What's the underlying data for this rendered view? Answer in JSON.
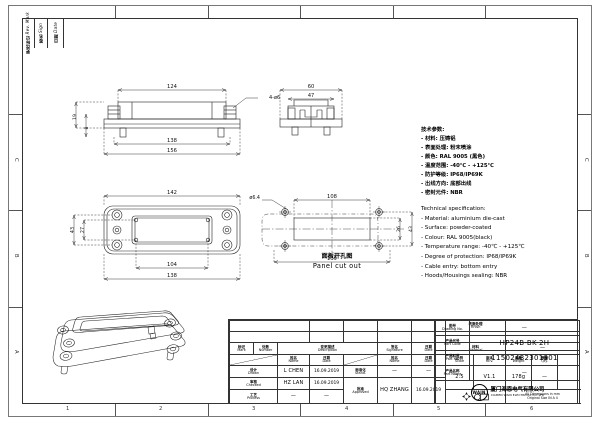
{
  "sheet": {
    "border_zones_bottom": [
      "1",
      "2",
      "3",
      "4",
      "5",
      "6"
    ],
    "border_zones_side": [
      "A",
      "B",
      "C"
    ]
  },
  "header_cells": [
    {
      "cn": "更改标记",
      "en": "Rev. Mark"
    },
    {
      "cn": "签名",
      "en": "Sign"
    },
    {
      "cn": "日期",
      "en": "Date"
    }
  ],
  "views": {
    "top_view": {
      "name": "top-view",
      "dims": [
        "124",
        "138",
        "156",
        "19",
        "8",
        "4-ø6"
      ]
    },
    "side_view": {
      "name": "side-view",
      "dims": [
        "60",
        "47"
      ]
    },
    "front_view": {
      "name": "front-view",
      "dims": [
        "142",
        "138",
        "104",
        "43",
        "27"
      ]
    },
    "panel_cutout": {
      "name": "panel-cut-out-view",
      "dims": [
        "108",
        "139",
        "26",
        "43",
        "ø6.4"
      ],
      "caption_cn": "面板开孔图",
      "caption_en": "Panel cut out"
    },
    "iso_view": {
      "name": "isometric-view"
    }
  },
  "spec": {
    "cn_title": "技术参数:",
    "cn_lines": [
      "- 材料: 压铸铝",
      "- 表面处理: 粉末喷涂",
      "- 颜色: RAL 9005 (黑色)",
      "- 温度范围: -40℃ - +125℃",
      "- 防护等级: IP68/IP69K",
      "- 岀线方向: 底部出线",
      "- 密封元件: NBR"
    ],
    "en_title": "Technical specification:",
    "en_lines": [
      "- Material: aluminium die-cast",
      "- Surface: powder-coated",
      "- Colour: RAL 9005(black)",
      "- Temperature range: -40℃ - +125℃",
      "- Degree of protection: IP68/IP69K",
      "- Cable entry: bottom entry",
      "- Hoods/Housings sealing: NBR"
    ]
  },
  "title_block": {
    "headers": {
      "mark": {
        "cn": "标记",
        "en": "Mark"
      },
      "number": {
        "cn": "处数",
        "en": "Number"
      },
      "description": {
        "cn": "变更描述",
        "en": "Description"
      },
      "signature": {
        "cn": "签名",
        "en": "Signature"
      },
      "date": {
        "cn": "日期",
        "en": "Date"
      },
      "name_col": {
        "cn": "姓名",
        "en": "Name"
      },
      "date_col": {
        "cn": "日期",
        "en": "Date"
      }
    },
    "rows": [
      {
        "role_cn": "设计",
        "role_en": "Drawn",
        "name": "L  CHEN",
        "date": "16.09.2019"
      },
      {
        "role_cn": "审核",
        "role_en": "Checked",
        "name": "HZ  LAN",
        "date": "16.09.2019"
      },
      {
        "role_cn": "工艺",
        "role_en": "Process",
        "name": "—",
        "date": "—"
      }
    ],
    "right_rows": [
      {
        "role_cn": "标准化",
        "role_en": "Stand.",
        "name": "—",
        "date": "—"
      },
      {
        "role_cn": "批准",
        "role_en": "Approved",
        "name": "HQ  ZHANG",
        "date": "16.09.2019"
      }
    ],
    "finish": {
      "cn": "表面处理",
      "en": "Finish",
      "value": "—"
    },
    "material": {
      "cn": "材料",
      "en": "Material",
      "value": "—"
    },
    "scale": {
      "cn": "比例",
      "en": "Scale",
      "value": "2:5"
    },
    "rev": {
      "cn": "版本",
      "en": "REV.",
      "value": "V1.1"
    },
    "weight": {
      "cn": "重量",
      "en": "Weight",
      "value": "178g"
    },
    "qty": {
      "cn": "数量",
      "en": "Qty.",
      "value": "—"
    },
    "drawing_no": {
      "cn": "图号",
      "en": "Drawing No.",
      "value": "—"
    },
    "part_code": {
      "cn": "产品代号",
      "en": "Part Code",
      "value": "HP24B-BK-2H"
    },
    "part_no": {
      "cn": "产品料号",
      "en": "Part No.",
      "value": "11502432301001"
    },
    "part_name": {
      "cn": "产品名称",
      "en": "Part Name",
      "value": "—"
    },
    "notes": [
      "All Dimensions in mm",
      "Original Size IN A 4"
    ],
    "company": {
      "logo_text": "WAIN",
      "cn": "厦门海恩电气有限公司",
      "en": "XIAMEN WAIN ELECTRICAL CO.,LTD"
    }
  }
}
